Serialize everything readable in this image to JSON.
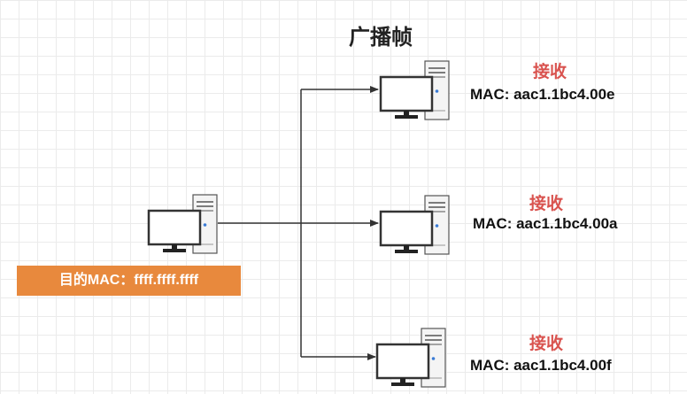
{
  "title": "广播帧",
  "sender": {
    "dest_mac_label": "目的MAC：ffff.ffff.ffff"
  },
  "receivers": [
    {
      "status": "接收",
      "mac": "MAC: aac1.1bc4.00e"
    },
    {
      "status": "接收",
      "mac": "MAC: aac1.1bc4.00a"
    },
    {
      "status": "接收",
      "mac": "MAC: aac1.1bc4.00f"
    }
  ],
  "colors": {
    "status_text": "#d9534f",
    "dest_box": "#e8893d",
    "connector": "#333333"
  },
  "icons": [
    "desktop-computer-icon"
  ]
}
